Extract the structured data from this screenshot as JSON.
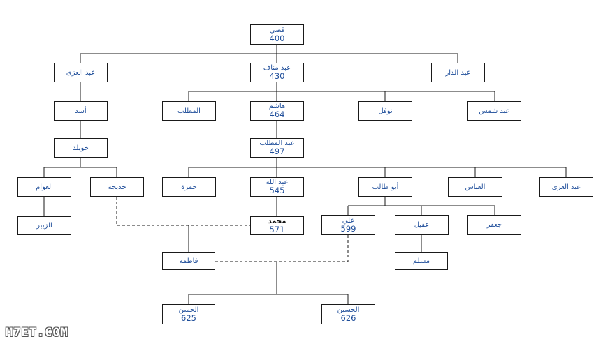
{
  "nodes": {
    "qusay": {
      "name": "قصي",
      "number": "400"
    },
    "abd_manaf": {
      "name": "عبد مناف",
      "number": "430"
    },
    "abd_al_uzza_1": {
      "name": "عبد العزى"
    },
    "abd_al_dar": {
      "name": "عبد الدار"
    },
    "asad": {
      "name": "أسد"
    },
    "khuwaylid": {
      "name": "خويلد"
    },
    "al_awwam": {
      "name": "العوام"
    },
    "khadija": {
      "name": "خديجة"
    },
    "al_zubayr": {
      "name": "الزبير"
    },
    "al_muttalib": {
      "name": "المطلب"
    },
    "hashim": {
      "name": "هاشم",
      "number": "464"
    },
    "nawfal": {
      "name": "نوفل"
    },
    "abd_shams": {
      "name": "عبد شمس"
    },
    "abd_al_muttalib": {
      "name": "عبد المطلب",
      "number": "497"
    },
    "hamza": {
      "name": "حمزة"
    },
    "abdullah": {
      "name": "عبد الله",
      "number": "545"
    },
    "abu_talib": {
      "name": "أبو طالب"
    },
    "al_abbas": {
      "name": "العباس"
    },
    "abd_al_uzza_2": {
      "name": "عبد العزى"
    },
    "muhammad": {
      "name": "محمد",
      "number": "571"
    },
    "ali": {
      "name": "علي",
      "number": "599"
    },
    "aqil": {
      "name": "عقيل"
    },
    "jafar": {
      "name": "جعفر"
    },
    "fatima": {
      "name": "فاطمة"
    },
    "muslim": {
      "name": "مسلم"
    },
    "al_hasan": {
      "name": "الحسن",
      "number": "625"
    },
    "al_husayn": {
      "name": "الحسين",
      "number": "626"
    }
  },
  "watermark": "M7ET.COM"
}
